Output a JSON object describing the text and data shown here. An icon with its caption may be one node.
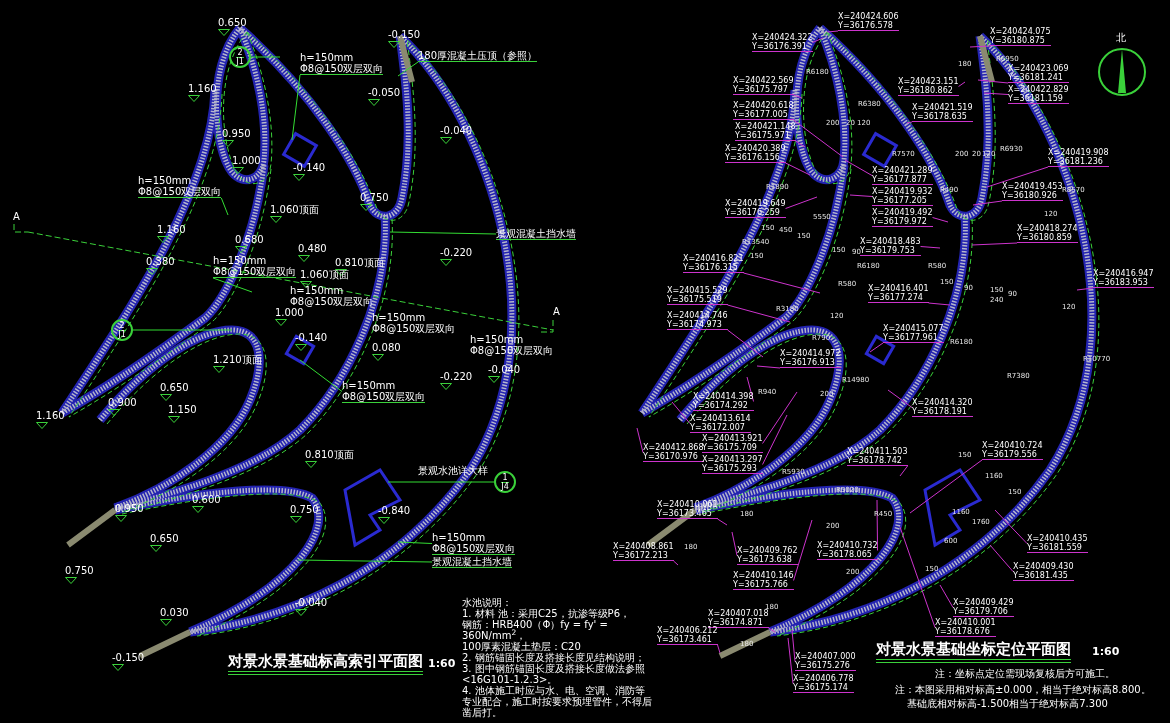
{
  "diagram": {
    "nodes": [
      {
        "text": [
          "2",
          "J1"
        ]
      },
      {
        "text": [
          "2",
          "J1"
        ]
      },
      {
        "text": [
          "1",
          "J4"
        ],
        "beside": [
          "景观水池详大样"
        ]
      },
      {
        "text": [
          "h=150mm",
          "Φ8@150双层双向"
        ]
      },
      {
        "text": [
          "180厚混凝土压顶（参照）"
        ]
      },
      {
        "text": [
          "h=150mm",
          "Φ8@150双层双向"
        ]
      },
      {
        "text": [
          "景观混凝土挡水墙"
        ]
      },
      {
        "text": [
          "h=150mm",
          "Φ8@150双层双向"
        ]
      },
      {
        "text": [
          "h=150mm",
          "Φ8@150双层双向"
        ]
      },
      {
        "text": [
          "h=150mm",
          "Φ8@150双层双向"
        ]
      },
      {
        "text": [
          "景观混凝土挡水墙"
        ]
      },
      {
        "text": [
          "X=240424.606",
          "Y=36176.578"
        ]
      },
      {
        "text": [
          "X=240424.322",
          "Y=36176.391"
        ]
      },
      {
        "text": [
          "X=240422.569",
          "Y=36175.797"
        ]
      },
      {
        "text": [
          "X=240420.618",
          "Y=36177.005"
        ]
      },
      {
        "text": [
          "X=240421.148",
          "Y=36175.971"
        ]
      },
      {
        "text": [
          "X=240420.389",
          "Y=36176.156"
        ]
      },
      {
        "text": [
          "X=240419.649",
          "Y=36176.259"
        ]
      },
      {
        "text": [
          "X=240416.821",
          "Y=36176.315"
        ]
      },
      {
        "text": [
          "X=240415.529",
          "Y=36175.519"
        ]
      },
      {
        "text": [
          "X=240414.746",
          "Y=36174.973"
        ]
      },
      {
        "text": [
          "X=240414.972",
          "Y=36176.913"
        ]
      },
      {
        "text": [
          "X=240424.075",
          "Y=36180.875"
        ]
      },
      {
        "text": [
          "X=240423.151",
          "Y=36180.862"
        ]
      },
      {
        "text": [
          "X=240423.069",
          "Y=36181.241"
        ]
      },
      {
        "text": [
          "X=240422.829",
          "Y=36181.159"
        ]
      },
      {
        "text": [
          "X=240421.519",
          "Y=36178.635"
        ]
      },
      {
        "text": [
          "X=240421.289",
          "Y=36177.877"
        ]
      },
      {
        "text": [
          "X=240419.932",
          "Y=36177.205"
        ]
      },
      {
        "text": [
          "X=240419.492",
          "Y=36179.972"
        ]
      },
      {
        "text": [
          "X=240419.908",
          "Y=36181.236"
        ]
      },
      {
        "text": [
          "X=240419.453",
          "Y=36180.926"
        ]
      },
      {
        "text": [
          "X=240418.483",
          "Y=36179.753"
        ]
      },
      {
        "text": [
          "X=240418.274",
          "Y=36180.859"
        ]
      },
      {
        "text": [
          "X=240416.947",
          "Y=36183.953"
        ]
      },
      {
        "text": [
          "X=240416.401",
          "Y=36177.274"
        ]
      },
      {
        "text": [
          "X=240415.077",
          "Y=36177.961"
        ]
      },
      {
        "text": [
          "X=240414.398",
          "Y=36174.292"
        ]
      },
      {
        "text": [
          "X=240413.614",
          "Y=36172.007"
        ]
      },
      {
        "text": [
          "X=240413.921",
          "Y=36175.709"
        ]
      },
      {
        "text": [
          "X=240412.868",
          "Y=36170.976"
        ]
      },
      {
        "text": [
          "X=240413.297",
          "Y=36175.293"
        ]
      },
      {
        "text": [
          "X=240411.503",
          "Y=36178.742"
        ]
      },
      {
        "text": [
          "X=240410.061",
          "Y=36173.465"
        ]
      },
      {
        "text": [
          "X=240408.861",
          "Y=36172.213"
        ]
      },
      {
        "text": [
          "X=240409.762",
          "Y=36173.638"
        ]
      },
      {
        "text": [
          "X=240410.146",
          "Y=36175.766"
        ]
      },
      {
        "text": [
          "X=240410.732",
          "Y=36178.065"
        ]
      },
      {
        "text": [
          "X=240407.018",
          "Y=36174.871"
        ]
      },
      {
        "text": [
          "X=240406.212",
          "Y=36173.461"
        ]
      },
      {
        "text": [
          "X=240407.000",
          "Y=36175.276"
        ]
      },
      {
        "text": [
          "X=240406.778",
          "Y=36175.174"
        ]
      },
      {
        "text": [
          "X=240414.320",
          "Y=36178.191"
        ]
      },
      {
        "text": [
          "X=240410.724",
          "Y=36179.556"
        ]
      },
      {
        "text": [
          "X=240410.435",
          "Y=36181.559"
        ]
      },
      {
        "text": [
          "X=240409.430",
          "Y=36181.435"
        ]
      },
      {
        "text": [
          "X=240409.429",
          "Y=36179.706"
        ]
      },
      {
        "text": [
          "X=240410.001",
          "Y=36178.676"
        ]
      }
    ],
    "edges": [
      {
        "from": 0,
        "to": null,
        "arrow": "none",
        "color": "#33dd33"
      },
      {
        "from": 1,
        "to": null,
        "arrow": "none",
        "color": "#33dd33"
      },
      {
        "from": 2,
        "to": null,
        "arrow": "none",
        "color": "#33dd33"
      },
      {
        "from": 3,
        "to": null,
        "arrow": "none",
        "color": "#33dd33"
      },
      {
        "from": 4,
        "to": null,
        "arrow": "none",
        "color": "#33dd33"
      },
      {
        "from": 5,
        "to": null,
        "arrow": "none",
        "color": "#33dd33"
      },
      {
        "from": 6,
        "to": null,
        "arrow": "none",
        "color": "#33dd33"
      },
      {
        "from": 7,
        "to": null,
        "arrow": "none",
        "color": "#33dd33"
      },
      {
        "from": 8,
        "to": null,
        "arrow": "none",
        "color": "#33dd33"
      },
      {
        "from": 9,
        "to": null,
        "arrow": "none",
        "color": "#33dd33"
      },
      {
        "from": 10,
        "to": null,
        "arrow": "none",
        "color": "#33dd33"
      },
      {
        "from": 11,
        "to": null,
        "arrow": "none"
      },
      {
        "from": 12,
        "to": null,
        "arrow": "none"
      },
      {
        "from": 13,
        "to": null,
        "arrow": "none"
      },
      {
        "from": 14,
        "to": null,
        "arrow": "none"
      },
      {
        "from": 15,
        "to": null,
        "arrow": "none"
      },
      {
        "from": 16,
        "to": null,
        "arrow": "none"
      },
      {
        "from": 17,
        "to": null,
        "arrow": "none"
      },
      {
        "from": 18,
        "to": null,
        "arrow": "none"
      },
      {
        "from": 19,
        "to": null,
        "arrow": "none"
      },
      {
        "from": 20,
        "to": null,
        "arrow": "none"
      },
      {
        "from": 21,
        "to": null,
        "arrow": "none"
      },
      {
        "from": 22,
        "to": null,
        "arrow": "none"
      },
      {
        "from": 23,
        "to": null,
        "arrow": "none"
      },
      {
        "from": 24,
        "to": null,
        "arrow": "none"
      },
      {
        "from": 25,
        "to": null,
        "arrow": "none"
      },
      {
        "from": 26,
        "to": null,
        "arrow": "none"
      },
      {
        "from": 27,
        "to": null,
        "arrow": "none"
      },
      {
        "from": 28,
        "to": null,
        "arrow": "none"
      },
      {
        "from": 29,
        "to": null,
        "arrow": "none"
      },
      {
        "from": 30,
        "to": null,
        "arrow": "none"
      },
      {
        "from": 31,
        "to": null,
        "arrow": "none"
      },
      {
        "from": 32,
        "to": null,
        "arrow": "none"
      },
      {
        "from": 33,
        "to": null,
        "arrow": "none"
      },
      {
        "from": 34,
        "to": null,
        "arrow": "none"
      },
      {
        "from": 35,
        "to": null,
        "arrow": "none"
      },
      {
        "from": 36,
        "to": null,
        "arrow": "none"
      },
      {
        "from": 37,
        "to": null,
        "arrow": "none"
      },
      {
        "from": 38,
        "to": null,
        "arrow": "none"
      },
      {
        "from": 39,
        "to": null,
        "arrow": "none"
      },
      {
        "from": 40,
        "to": null,
        "arrow": "none"
      },
      {
        "from": 41,
        "to": null,
        "arrow": "none"
      },
      {
        "from": 42,
        "to": null,
        "arrow": "none"
      },
      {
        "from": 43,
        "to": null,
        "arrow": "none"
      },
      {
        "from": 44,
        "to": null,
        "arrow": "none"
      },
      {
        "from": 45,
        "to": null,
        "arrow": "none"
      },
      {
        "from": 46,
        "to": null,
        "arrow": "none"
      },
      {
        "from": 47,
        "to": null,
        "arrow": "none"
      },
      {
        "from": 48,
        "to": null,
        "arrow": "none"
      },
      {
        "from": 49,
        "to": null,
        "arrow": "none"
      },
      {
        "from": 50,
        "to": null,
        "arrow": "none"
      },
      {
        "from": 51,
        "to": null,
        "arrow": "none"
      },
      {
        "from": 52,
        "to": null,
        "arrow": "none"
      },
      {
        "from": 53,
        "to": null,
        "arrow": "none"
      },
      {
        "from": 54,
        "to": null,
        "arrow": "none"
      },
      {
        "from": 55,
        "to": null,
        "arrow": "none"
      },
      {
        "from": 56,
        "to": null,
        "arrow": "none"
      },
      {
        "from": 57,
        "to": null,
        "arrow": "none"
      }
    ],
    "labels": [
      "0.650",
      "-0.150",
      "-0.050",
      "1.160",
      "0.950",
      "1.000",
      "-0.140",
      "-0.040",
      "1.060顶面",
      "0.750",
      "1.160",
      "0.680",
      "0.480",
      "0.380",
      "0.810顶面",
      "-0.220",
      "1.060顶面",
      "1.000",
      "-0.140",
      "0.080",
      "1.210顶面",
      "0.650",
      "0.900",
      "1.150",
      "1.160",
      "-0.220",
      "-0.040",
      "0.810顶面",
      "0.600",
      "0.950",
      "0.750",
      "0.650",
      "0.750",
      "-0.840",
      "-0.040",
      "0.030",
      "-0.150",
      "h=150mm",
      "Φ8@150双层双向",
      "h=150mm",
      "Φ8@150双层双向",
      "h=150mm",
      "Φ8@150双层双向",
      "A",
      "A",
      "水池说明：",
      "1. 材料 池：采用C25，抗渗等级P6，",
      "钢筋：HRB400（Φ）fy = fy' = 360N/mm$^{2}$，",
      "100厚素混凝土垫层：C20",
      "2. 钢筋锚固长度及搭接长度见结构说明；",
      "3. 图中钢筋锚固长度及搭接长度做法参照<16G101-1.2.3>。",
      "4. 池体施工时应与水、电、空调、消防等专业配合，施工时按要求预埋管件，不得后凿后打。",
      "对景水景基础标高索引平面图",
      "1:60",
      "对景水景基础坐标定位平面图",
      "1:60",
      "注：坐标点定位需现场复核后方可施工。",
      "注：本图采用相对标高±0.000，相当于绝对标高8.800。",
      "基础底相对标高-1.500相当于绝对标高7.300",
      "北",
      "R6180",
      "R6380",
      "200",
      "20",
      "120",
      "R1890",
      "5550",
      "150",
      "450",
      "150",
      "R13540",
      "150",
      "150",
      "90",
      "R6180",
      "R580",
      "R3180",
      "120",
      "R790",
      "R6950",
      "180",
      "R7570",
      "R6930",
      "200",
      "20",
      "120",
      "R490",
      "R8570",
      "120",
      "R580",
      "150",
      "90",
      "150",
      "240",
      "90",
      "120",
      "R6180",
      "R10770",
      "R14980",
      "R940",
      "200",
      "R5930",
      "R5020",
      "180",
      "180",
      "200",
      "200",
      "R450",
      "R7380",
      "150",
      "1160",
      "150",
      "1160",
      "1760",
      "600",
      "150",
      "180",
      "180"
    ]
  }
}
